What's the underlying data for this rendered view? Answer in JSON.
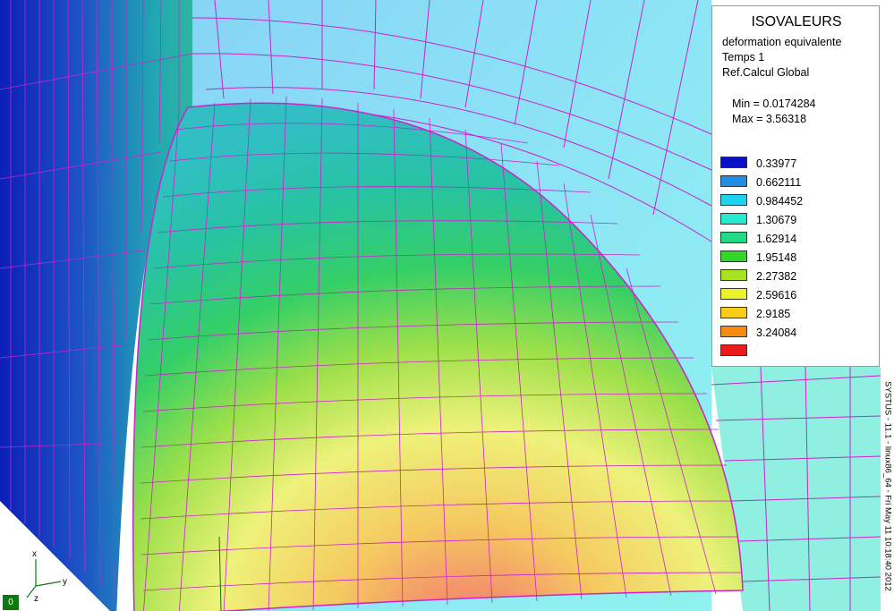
{
  "legend": {
    "title": "ISOVALEURS",
    "quantity": "deformation equivalente",
    "time": "Temps 1",
    "reference": "Ref.Calcul Global",
    "min": "Min = 0.0174284",
    "max": "Max = 3.56318",
    "entries": [
      {
        "value": "0.33977",
        "color": "#0a10c8"
      },
      {
        "value": "0.662111",
        "color": "#1e8ee6"
      },
      {
        "value": "0.984452",
        "color": "#1fd2ef"
      },
      {
        "value": "1.30679",
        "color": "#23e9cf"
      },
      {
        "value": "1.62914",
        "color": "#22d98a"
      },
      {
        "value": "1.95148",
        "color": "#2fd829"
      },
      {
        "value": "2.27382",
        "color": "#a6e321"
      },
      {
        "value": "2.59616",
        "color": "#ecf22a"
      },
      {
        "value": "2.9185",
        "color": "#f9cc19"
      },
      {
        "value": "3.24084",
        "color": "#f68a13"
      },
      {
        "value": "",
        "color": "#ec1a1a"
      }
    ]
  },
  "axes": {
    "x": "x",
    "y": "y",
    "z": "z"
  },
  "footer": "SYSTUS - 11.1  -  linux86_64  -  Fri May 11 10:18:40 2012",
  "frame": "0",
  "mesh_color": "#cc22cc"
}
